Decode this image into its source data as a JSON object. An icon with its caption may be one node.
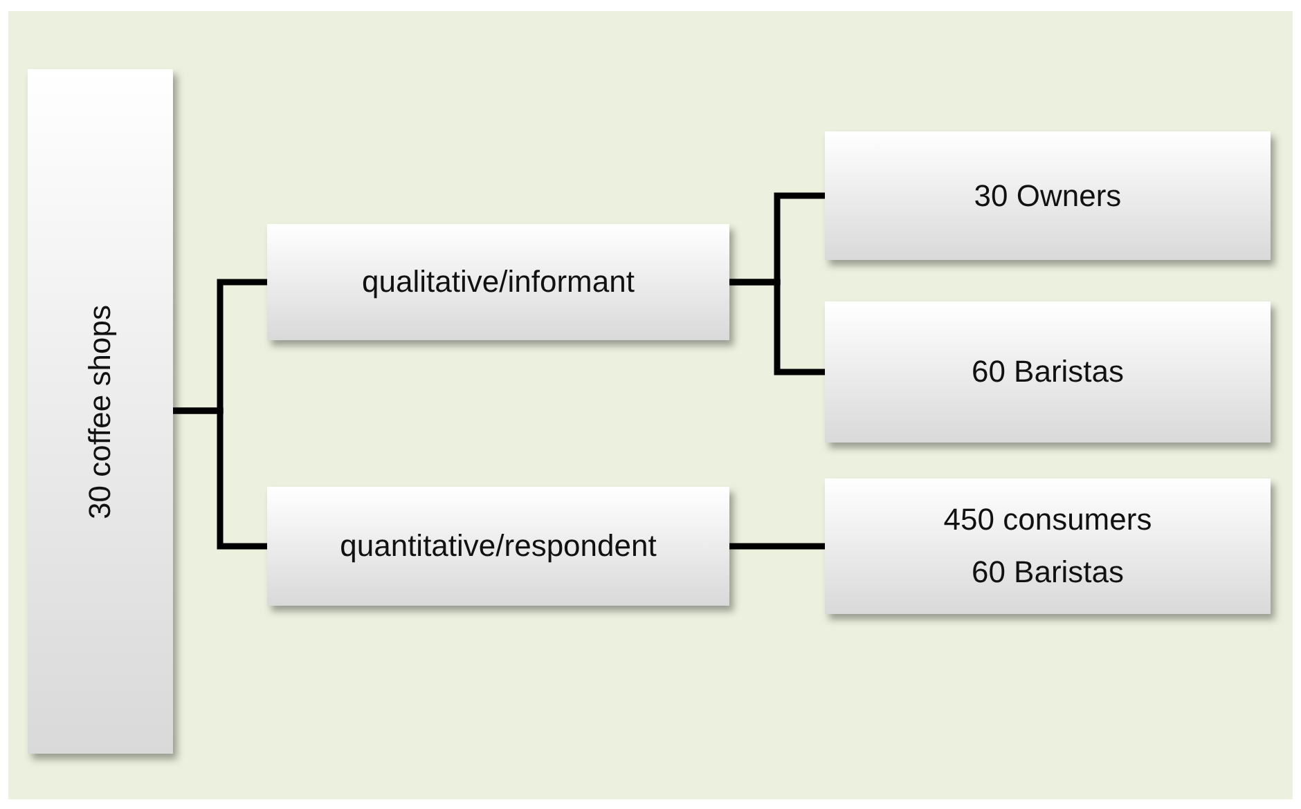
{
  "diagram": {
    "nodes": [
      {
        "text": [
          "30 coffee shops"
        ]
      },
      {
        "text": [
          "qualitative/informant"
        ]
      },
      {
        "text": [
          "quantitative/respondent"
        ]
      },
      {
        "text": [
          "30 Owners"
        ]
      },
      {
        "text": [
          "60 Baristas"
        ]
      },
      {
        "text": [
          "450 consumers",
          "60 Baristas"
        ]
      }
    ],
    "edges": [
      {
        "from": 0,
        "to": 1,
        "arrow": "none"
      },
      {
        "from": 0,
        "to": 2,
        "arrow": "none"
      },
      {
        "from": 1,
        "to": 3,
        "arrow": "none"
      },
      {
        "from": 1,
        "to": 4,
        "arrow": "none"
      },
      {
        "from": 2,
        "to": 5,
        "arrow": "none"
      }
    ]
  }
}
